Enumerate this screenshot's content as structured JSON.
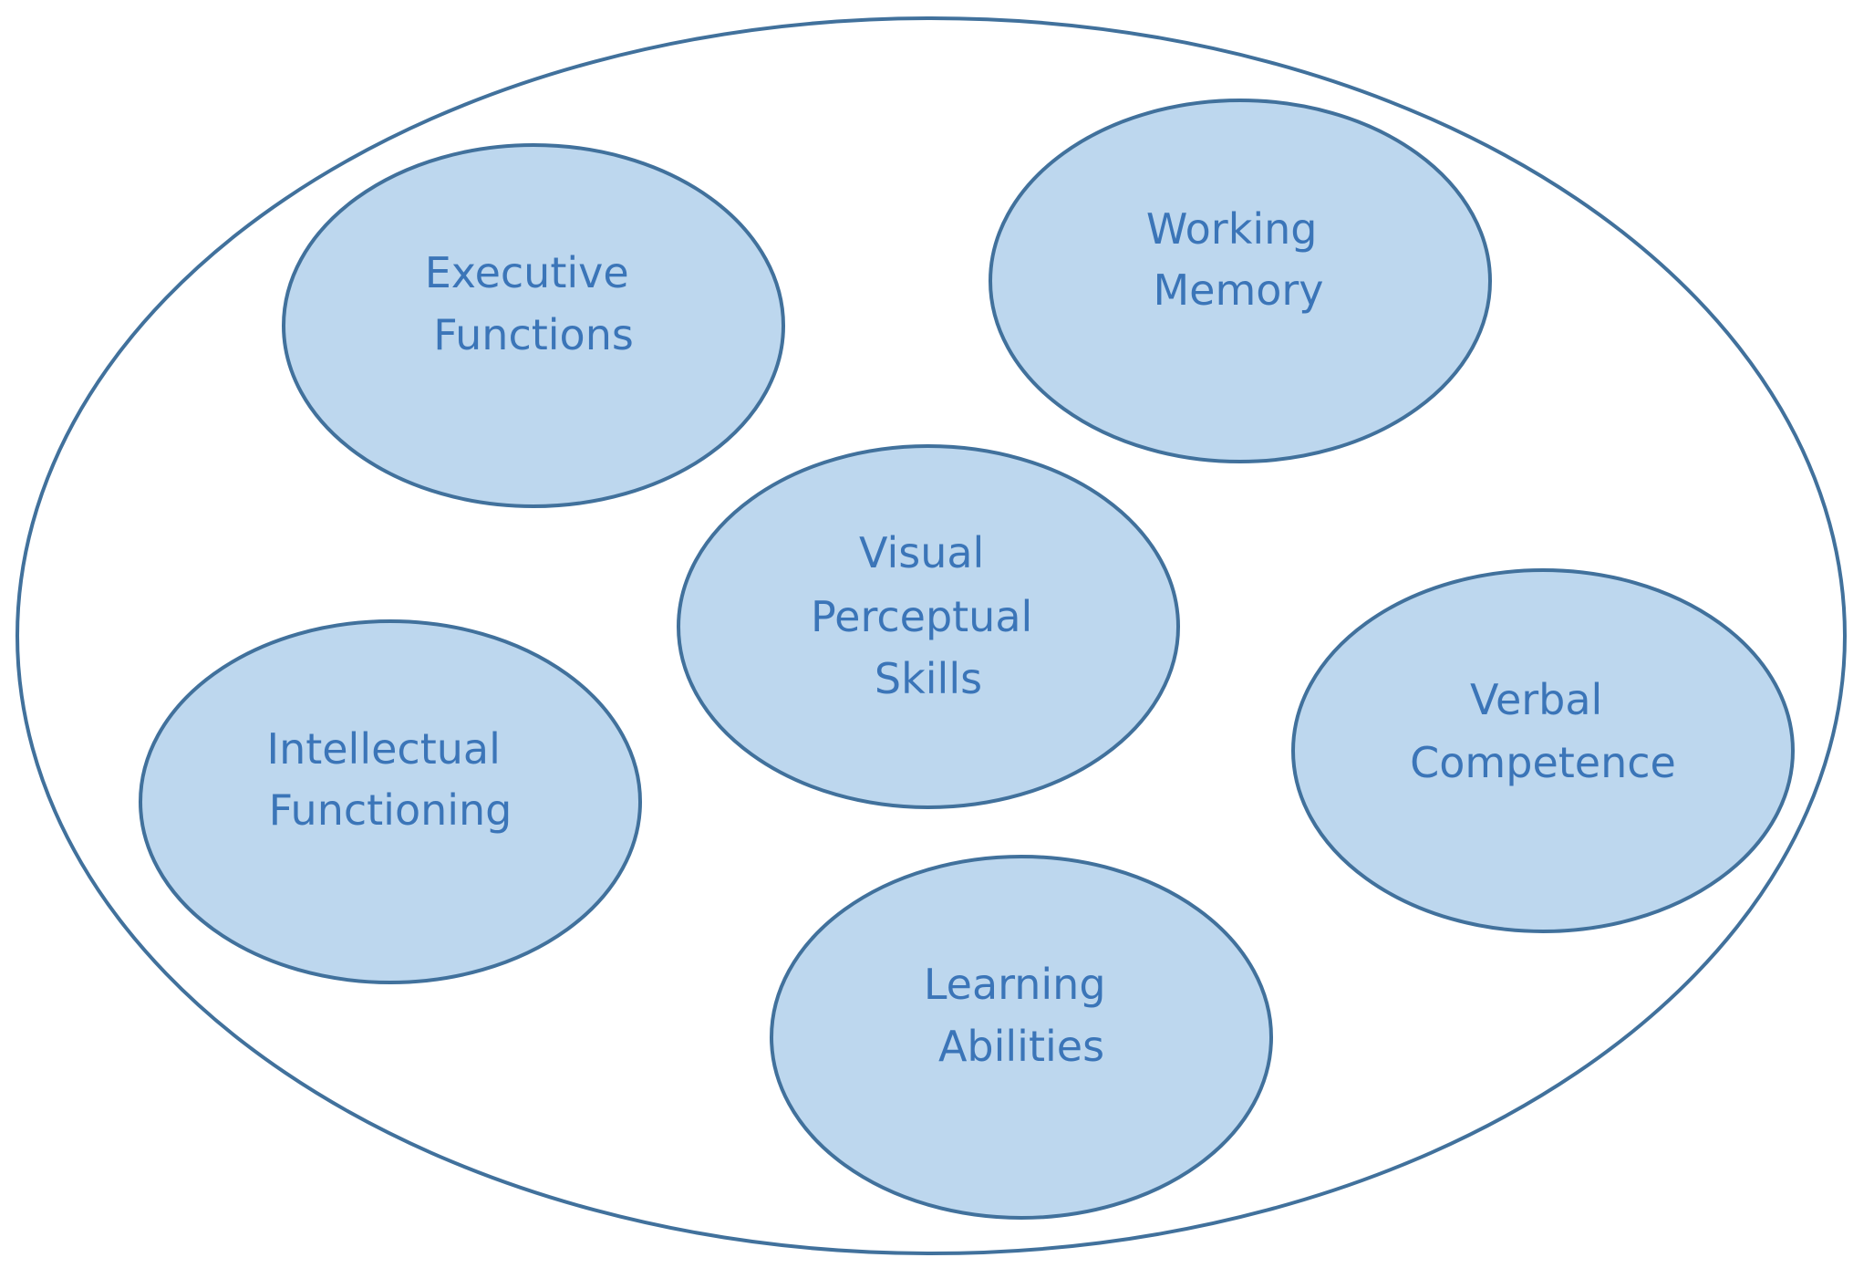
{
  "colors": {
    "background": "#ffffff",
    "outer_stroke": "#41719c",
    "node_fill": "#bdd7ee",
    "node_stroke": "#41719c",
    "label_text": "#3b75b8"
  },
  "diagram": {
    "nodes": [
      {
        "id": "executive-functions",
        "lines": [
          "Executive",
          "Functions"
        ]
      },
      {
        "id": "working-memory",
        "lines": [
          "Working",
          "Memory"
        ]
      },
      {
        "id": "visual-perceptual-skills",
        "lines": [
          "Visual",
          "Perceptual",
          "Skills"
        ]
      },
      {
        "id": "intellectual-functioning",
        "lines": [
          "Intellectual",
          "Functioning"
        ]
      },
      {
        "id": "verbal-competence",
        "lines": [
          "Verbal",
          "Competence"
        ]
      },
      {
        "id": "learning-abilities",
        "lines": [
          "Learning",
          "Abilities"
        ]
      }
    ]
  }
}
